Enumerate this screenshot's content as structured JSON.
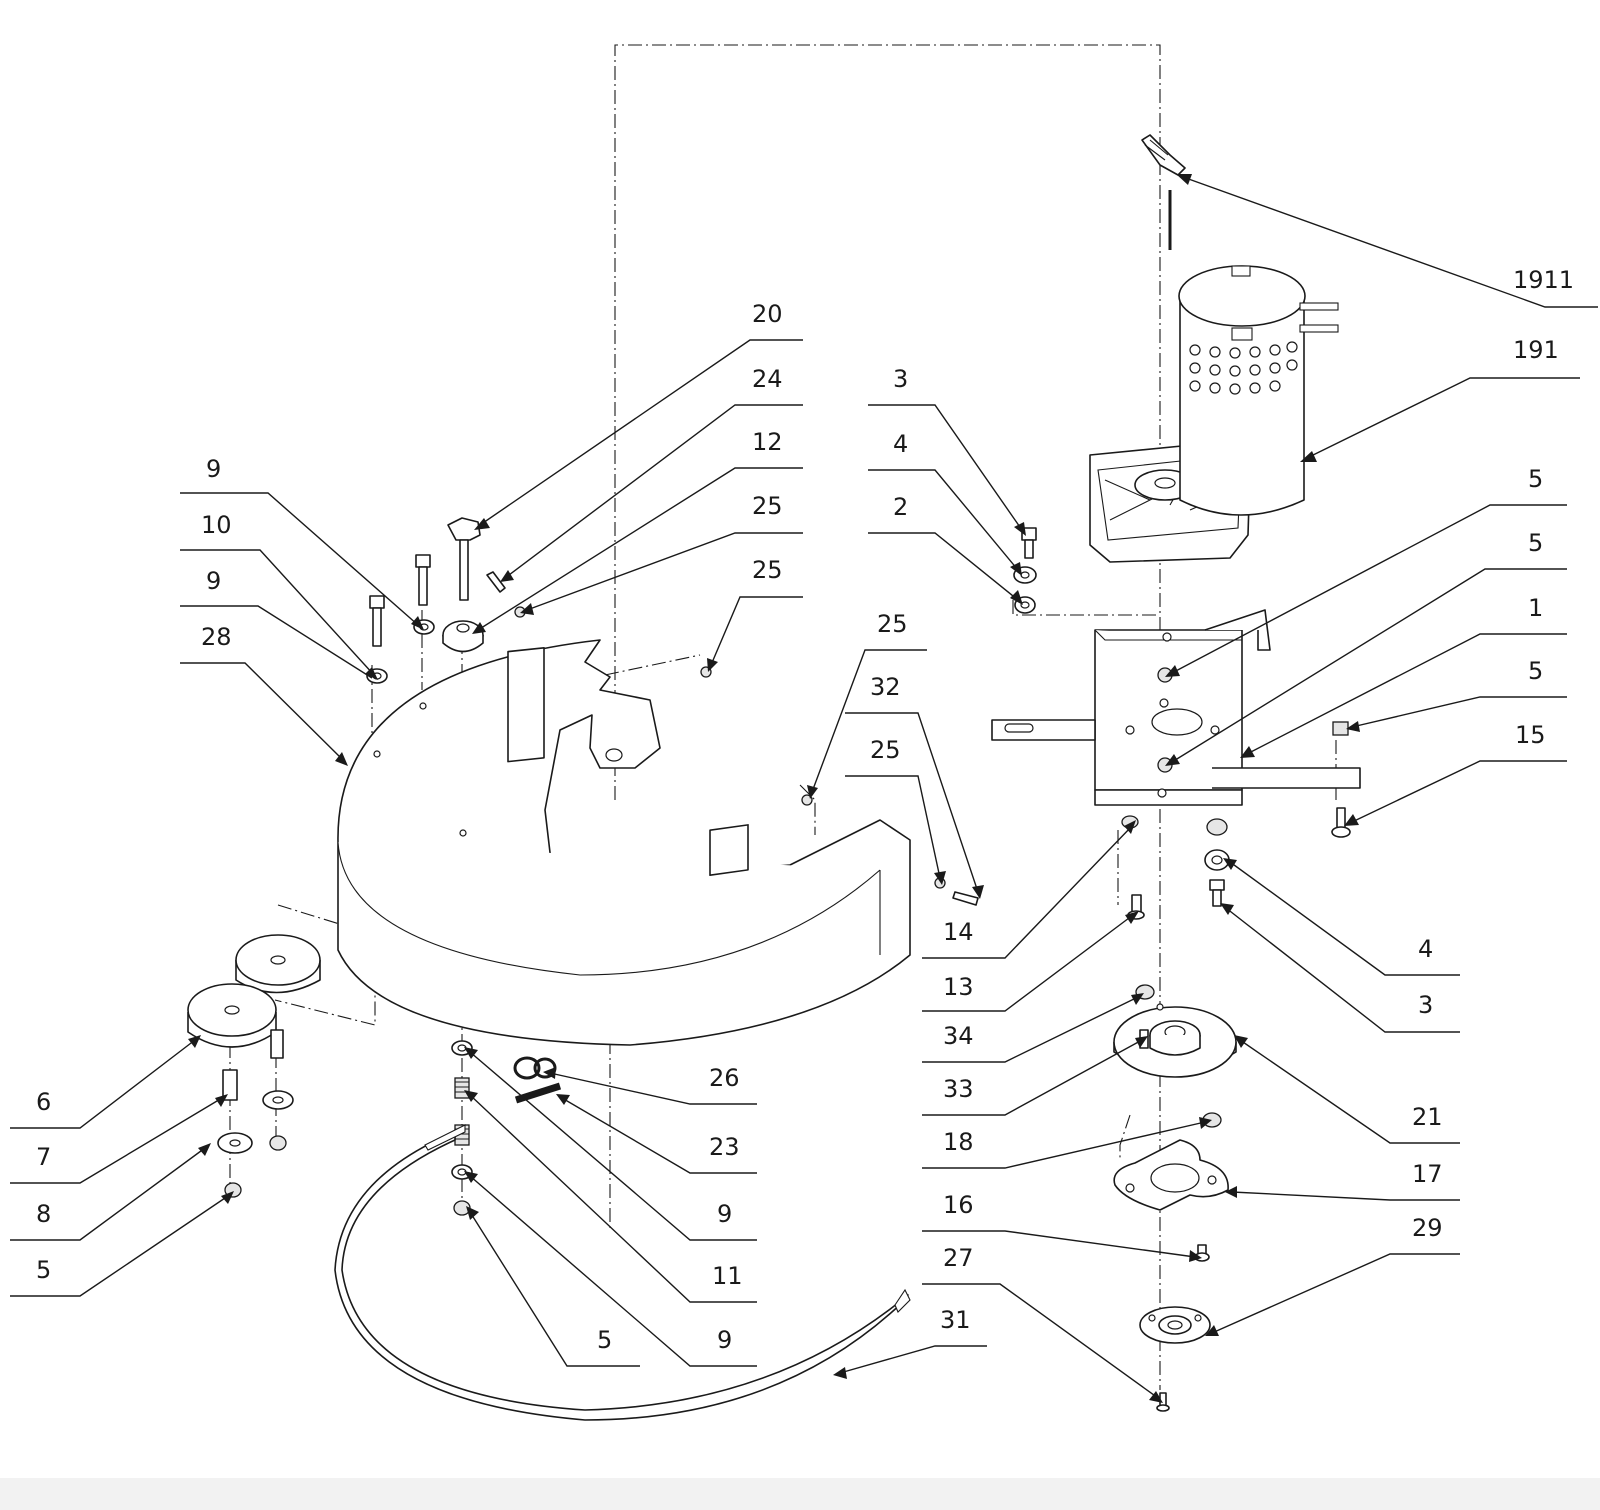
{
  "diagram": {
    "kind": "exploded-parts-view",
    "callouts": [
      {
        "id": "c1911",
        "text": "1911"
      },
      {
        "id": "c191",
        "text": "191"
      },
      {
        "id": "c20",
        "text": "20"
      },
      {
        "id": "c24",
        "text": "24"
      },
      {
        "id": "c12",
        "text": "12"
      },
      {
        "id": "c25a",
        "text": "25"
      },
      {
        "id": "c25b",
        "text": "25"
      },
      {
        "id": "c25c",
        "text": "25"
      },
      {
        "id": "c25d",
        "text": "25"
      },
      {
        "id": "c32",
        "text": "32"
      },
      {
        "id": "c3a",
        "text": "3"
      },
      {
        "id": "c4a",
        "text": "4"
      },
      {
        "id": "c2",
        "text": "2"
      },
      {
        "id": "c9a",
        "text": "9"
      },
      {
        "id": "c10",
        "text": "10"
      },
      {
        "id": "c9b",
        "text": "9"
      },
      {
        "id": "c28",
        "text": "28"
      },
      {
        "id": "c5a",
        "text": "5"
      },
      {
        "id": "c5b",
        "text": "5"
      },
      {
        "id": "c1",
        "text": "1"
      },
      {
        "id": "c5c",
        "text": "5"
      },
      {
        "id": "c15",
        "text": "15"
      },
      {
        "id": "c14",
        "text": "14"
      },
      {
        "id": "c13",
        "text": "13"
      },
      {
        "id": "c4b",
        "text": "4"
      },
      {
        "id": "c3b",
        "text": "3"
      },
      {
        "id": "c34",
        "text": "34"
      },
      {
        "id": "c33",
        "text": "33"
      },
      {
        "id": "c21",
        "text": "21"
      },
      {
        "id": "c18",
        "text": "18"
      },
      {
        "id": "c17",
        "text": "17"
      },
      {
        "id": "c16",
        "text": "16"
      },
      {
        "id": "c29",
        "text": "29"
      },
      {
        "id": "c27",
        "text": "27"
      },
      {
        "id": "c31",
        "text": "31"
      },
      {
        "id": "c26",
        "text": "26"
      },
      {
        "id": "c23",
        "text": "23"
      },
      {
        "id": "c9c",
        "text": "9"
      },
      {
        "id": "c11",
        "text": "11"
      },
      {
        "id": "c9d",
        "text": "9"
      },
      {
        "id": "c5d",
        "text": "5"
      },
      {
        "id": "c6",
        "text": "6"
      },
      {
        "id": "c7",
        "text": "7"
      },
      {
        "id": "c8",
        "text": "8"
      },
      {
        "id": "c5e",
        "text": "5"
      }
    ]
  }
}
